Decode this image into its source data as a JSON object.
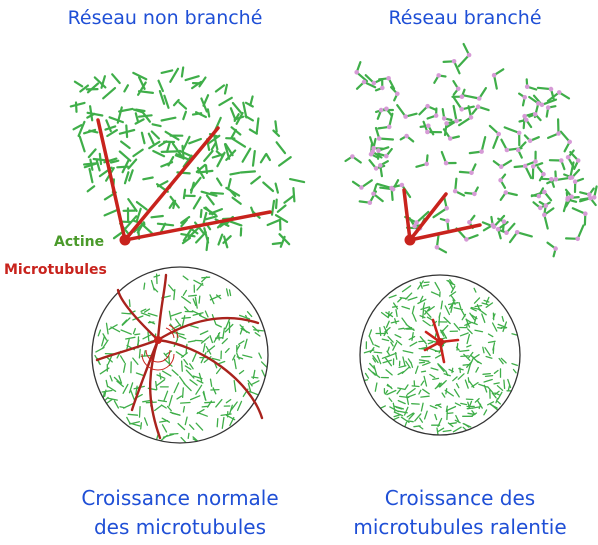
{
  "panels": {
    "left_title": "Réseau non branché",
    "right_title": "Réseau branché",
    "left_caption_line1": "Croissance normale",
    "left_caption_line2": "des microtubules",
    "right_caption_line1": "Croissance des",
    "right_caption_line2": "microtubules ralentie"
  },
  "legend": {
    "actin": "Actine",
    "microtubules": "Microtubules"
  },
  "colors": {
    "actin": "#3fae49",
    "microtubule": "#c8231d",
    "branch_point": "#d69ad6",
    "title": "#1f4fd6"
  }
}
